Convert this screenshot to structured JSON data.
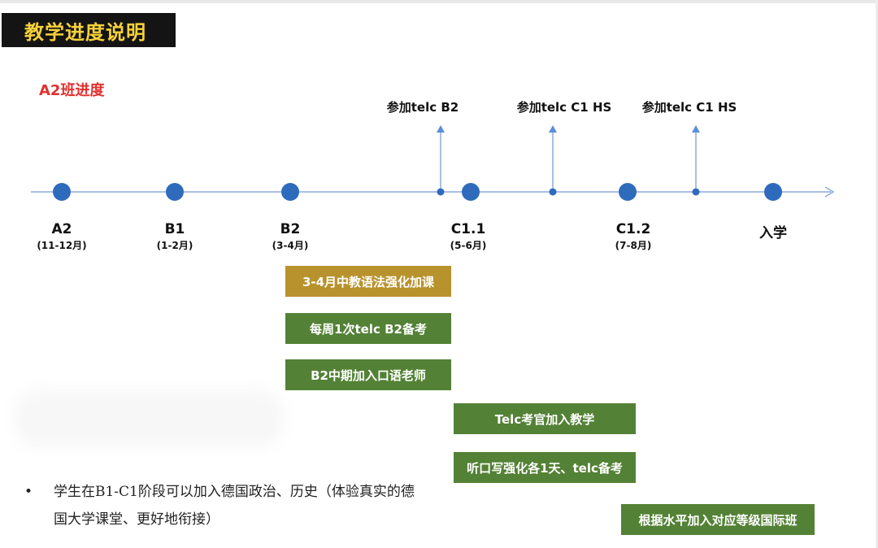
{
  "title": "教学进度说明",
  "subtitle": "A2班进度",
  "timeline": {
    "nodes": [
      {
        "label": "A2",
        "range": "(11-12月)"
      },
      {
        "label": "B1",
        "range": "(1-2月)"
      },
      {
        "label": "B2",
        "range": "(3-4月)"
      },
      {
        "label": "C1.1",
        "range": "(5-6月)"
      },
      {
        "label": "C1.2",
        "range": "(7-8月)"
      },
      {
        "label": "入学",
        "range": ""
      }
    ],
    "exams": [
      "参加telc B2",
      "参加telc C1 HS",
      "参加telc C1 HS"
    ]
  },
  "bars": [
    {
      "text": "3-4月中教语法强化加课",
      "color": "#b8922c"
    },
    {
      "text": "每周1次telc B2备考",
      "color": "#538135"
    },
    {
      "text": "B2中期加入口语老师",
      "color": "#538135"
    },
    {
      "text": "Telc考官加入教学",
      "color": "#538135"
    },
    {
      "text": "听口写强化各1天、telc备考",
      "color": "#538135"
    },
    {
      "text": "根据水平加入对应等级国际班",
      "color": "#538135"
    }
  ],
  "note": {
    "bullet": "•",
    "text": "学生在B1-C1阶段可以加入德国政治、历史（体验真实的德国大学课堂、更好地衔接）"
  }
}
